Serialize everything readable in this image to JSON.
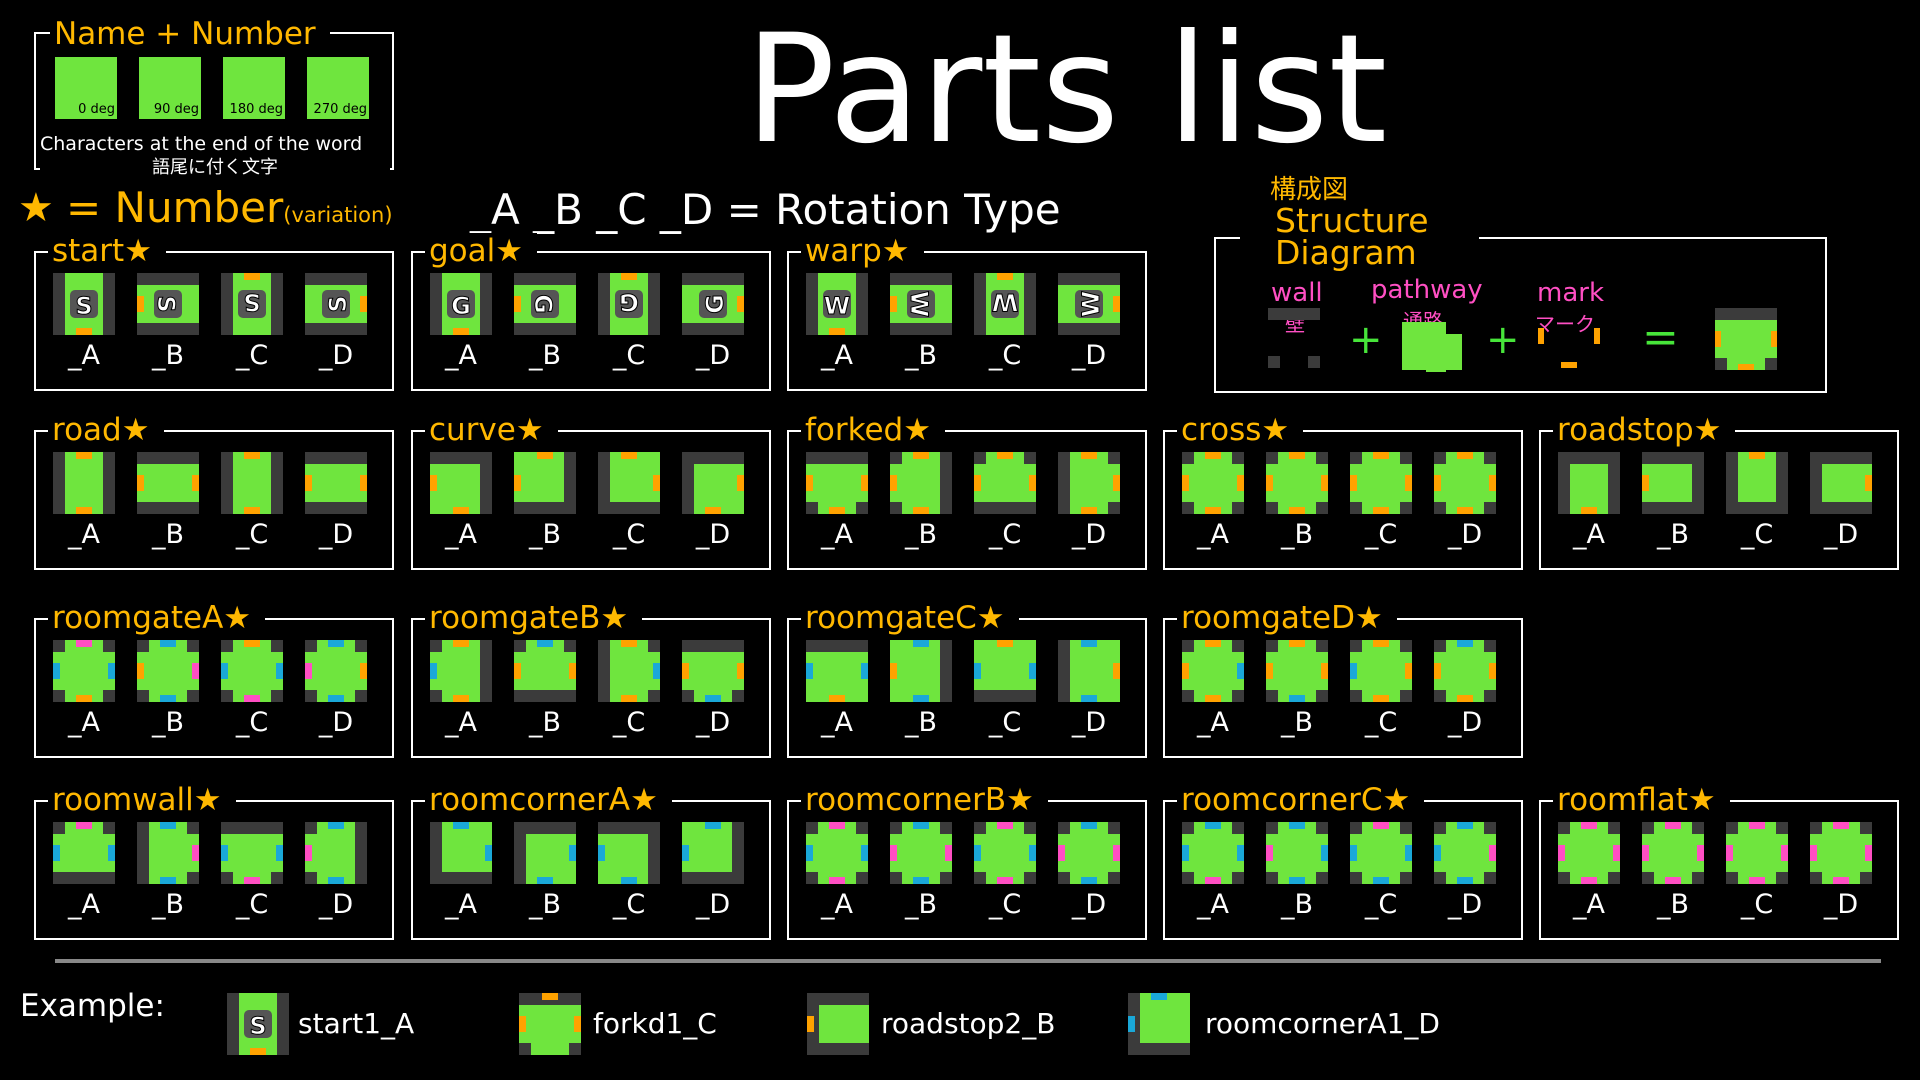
{
  "title": "Parts list",
  "colors": {
    "ground": "#6fe53e",
    "wall": "#3b3b3b",
    "mark": "#ffa200",
    "pink": "#ff4fc3",
    "blue": "#1aa8d8",
    "accent": "#ffb800"
  },
  "legend": {
    "heading": "Name + Number",
    "degs": [
      "0 deg",
      "90 deg",
      "180 deg",
      "270 deg"
    ],
    "caption_en": "Characters at the end of the word",
    "caption_ja": "語尾に付く文字",
    "star_text": "= Number",
    "variation": "(variation)",
    "rotation_text": "_A _B _C _D = Rotation Type"
  },
  "structure": {
    "title_ja": "構成図",
    "title_en1": "Structure",
    "title_en2": "Diagram",
    "wall": "wall",
    "wall_ja": "壁",
    "pathway": "pathway",
    "pathway_ja": "通路",
    "mark": "mark",
    "mark_ja": "マーク",
    "plus": "+",
    "equals": "="
  },
  "rotations": [
    "_A",
    "_B",
    "_C",
    "_D"
  ],
  "groups": [
    {
      "name": "start★"
    },
    {
      "name": "goal★"
    },
    {
      "name": "warp★"
    },
    {
      "name": "road★"
    },
    {
      "name": "curve★"
    },
    {
      "name": "forked★"
    },
    {
      "name": "cross★"
    },
    {
      "name": "roadstop★"
    },
    {
      "name": "roomgateA★"
    },
    {
      "name": "roomgateB★"
    },
    {
      "name": "roomgateC★"
    },
    {
      "name": "roomgateD★"
    },
    {
      "name": "roomwall★"
    },
    {
      "name": "roomcornerA★"
    },
    {
      "name": "roomcornerB★"
    },
    {
      "name": "roomcornerC★"
    },
    {
      "name": "roomflat★"
    }
  ],
  "letters": {
    "start": "S",
    "goal": "G",
    "warp": "W"
  },
  "examples_label": "Example:",
  "examples": [
    {
      "label": "start1_A"
    },
    {
      "label": "forkd1_C"
    },
    {
      "label": "roadstop2_B"
    },
    {
      "label": "roomcornerA1_D"
    }
  ]
}
